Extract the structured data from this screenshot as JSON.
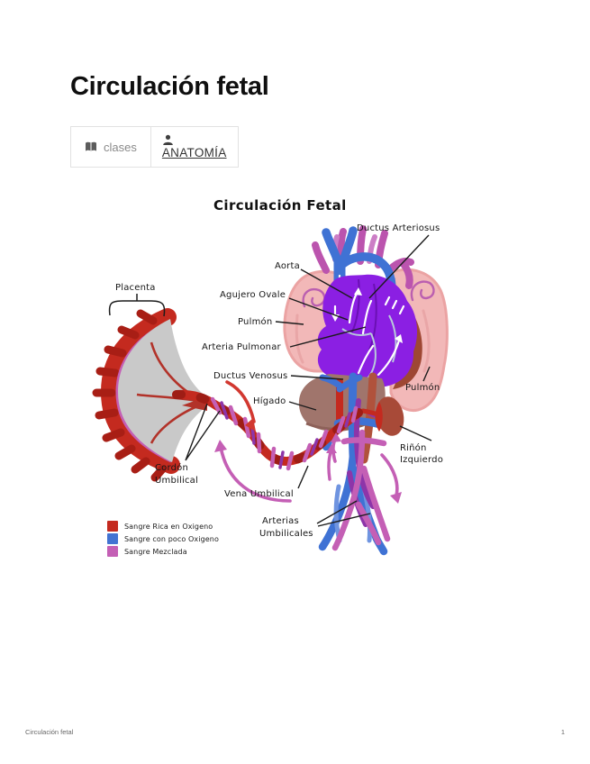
{
  "page": {
    "title": "Circulación fetal",
    "footer_left": "Circulación fetal",
    "page_number": "1"
  },
  "tags": {
    "clases": "clases",
    "category": "ANATOMÍA"
  },
  "diagram": {
    "title": "Circulación Fetal",
    "labels": {
      "ductus_arteriosus": "Ductus Arteriosus",
      "aorta": "Aorta",
      "agujero_ovale": "Agujero Ovale",
      "pulmon_izq": "Pulmón",
      "arteria_pulmonar": "Arteria Pulmonar",
      "ductus_venosus": "Ductus Venosus",
      "higado": "Hígado",
      "pulmon_der": "Pulmón",
      "rinon_1": "Riñón",
      "rinon_2": "Izquierdo",
      "cordon_1": "Cordón",
      "cordon_2": "Umbilical",
      "vena_umbilical": "Vena Umbilical",
      "arterias_1": "Arterias",
      "arterias_2": "Umbilicales",
      "placenta": "Placenta"
    },
    "legend": [
      {
        "color": "#c42a1f",
        "label": "Sangre Rica en Oxigeno"
      },
      {
        "color": "#4273d2",
        "label": "Sangre con poco Oxigeno"
      },
      {
        "color": "#c45fb5",
        "label": "Sangre Mezclada"
      }
    ],
    "colors": {
      "oxygen_rich_red": "#c42a1f",
      "oxygen_poor_blue": "#3f72d4",
      "mixed_magenta": "#c45fb5",
      "heart_purple": "#8b1fe3",
      "lung_pink": "#f2b8b8",
      "liver_brown": "#a0756c",
      "placenta_gray": "#c9c9c9"
    }
  }
}
